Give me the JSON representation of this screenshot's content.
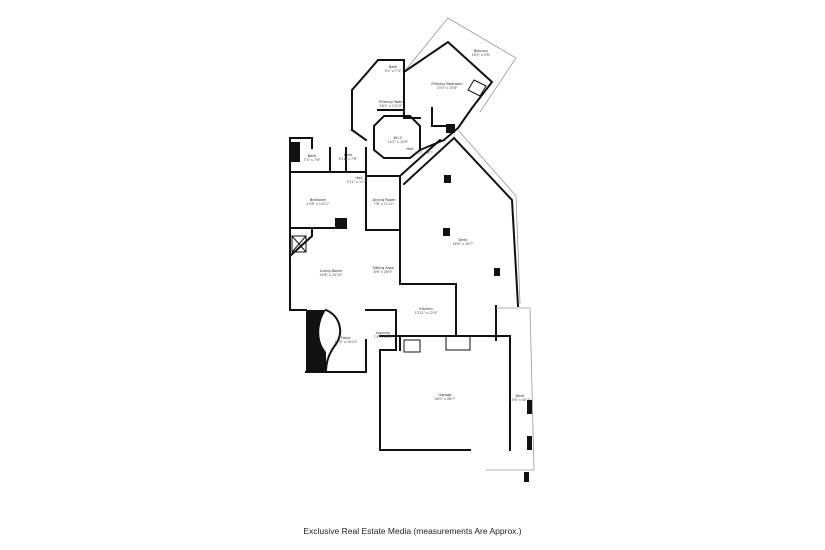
{
  "footer": "Exclusive Real Estate Media (measurements Are Approx.)",
  "rooms": [
    {
      "key": "balcony",
      "name": "Balcony",
      "dims": "16'0\" x 9'6\""
    },
    {
      "key": "bath-upper",
      "name": "Bath",
      "dims": "5'2\" x 7'4\""
    },
    {
      "key": "primary-bedroom",
      "name": "Primary Bedroom",
      "dims": "13'0\" x 15'8\""
    },
    {
      "key": "primary-bath",
      "name": "Primary Bath",
      "dims": "18'1\" x 13'10\""
    },
    {
      "key": "wic",
      "name": "W.I.C",
      "dims": "14'2\" x 10'8\""
    },
    {
      "key": "hall",
      "name": "Hall",
      "dims": "10'7\" x 3'7\""
    },
    {
      "key": "bath-left",
      "name": "Bath",
      "dims": "7'2\" x 7'8\""
    },
    {
      "key": "bath-right",
      "name": "Bath",
      "dims": "6'11\" x 7'8\""
    },
    {
      "key": "hall-2",
      "name": "Hall",
      "dims": "3'11\" x 11'7\""
    },
    {
      "key": "bedroom",
      "name": "Bedroom",
      "dims": "13'8\" x 14'11\""
    },
    {
      "key": "dining-room",
      "name": "Dining Room",
      "dims": "7'8\" x 11'11\""
    },
    {
      "key": "deck-upper",
      "name": "Deck",
      "dims": "26'6\" x 26'7\""
    },
    {
      "key": "living-room",
      "name": "Living Room",
      "dims": "20'6\" x 20'10\""
    },
    {
      "key": "sitting-area",
      "name": "Sitting Area",
      "dims": "8'6\" x 26'0\""
    },
    {
      "key": "kitchen",
      "name": "Kitchen",
      "dims": "13'11\" x 12'0\""
    },
    {
      "key": "laundry",
      "name": "Laundry",
      "dims": "7'4\" x 12'3\""
    },
    {
      "key": "foyer",
      "name": "Foyer",
      "dims": "17'9\" x 16'10\""
    },
    {
      "key": "garage",
      "name": "Garage",
      "dims": "28'0\" x 28'7\""
    },
    {
      "key": "deck-lower",
      "name": "Deck",
      "dims": "13'6\" x 40'7\""
    }
  ]
}
